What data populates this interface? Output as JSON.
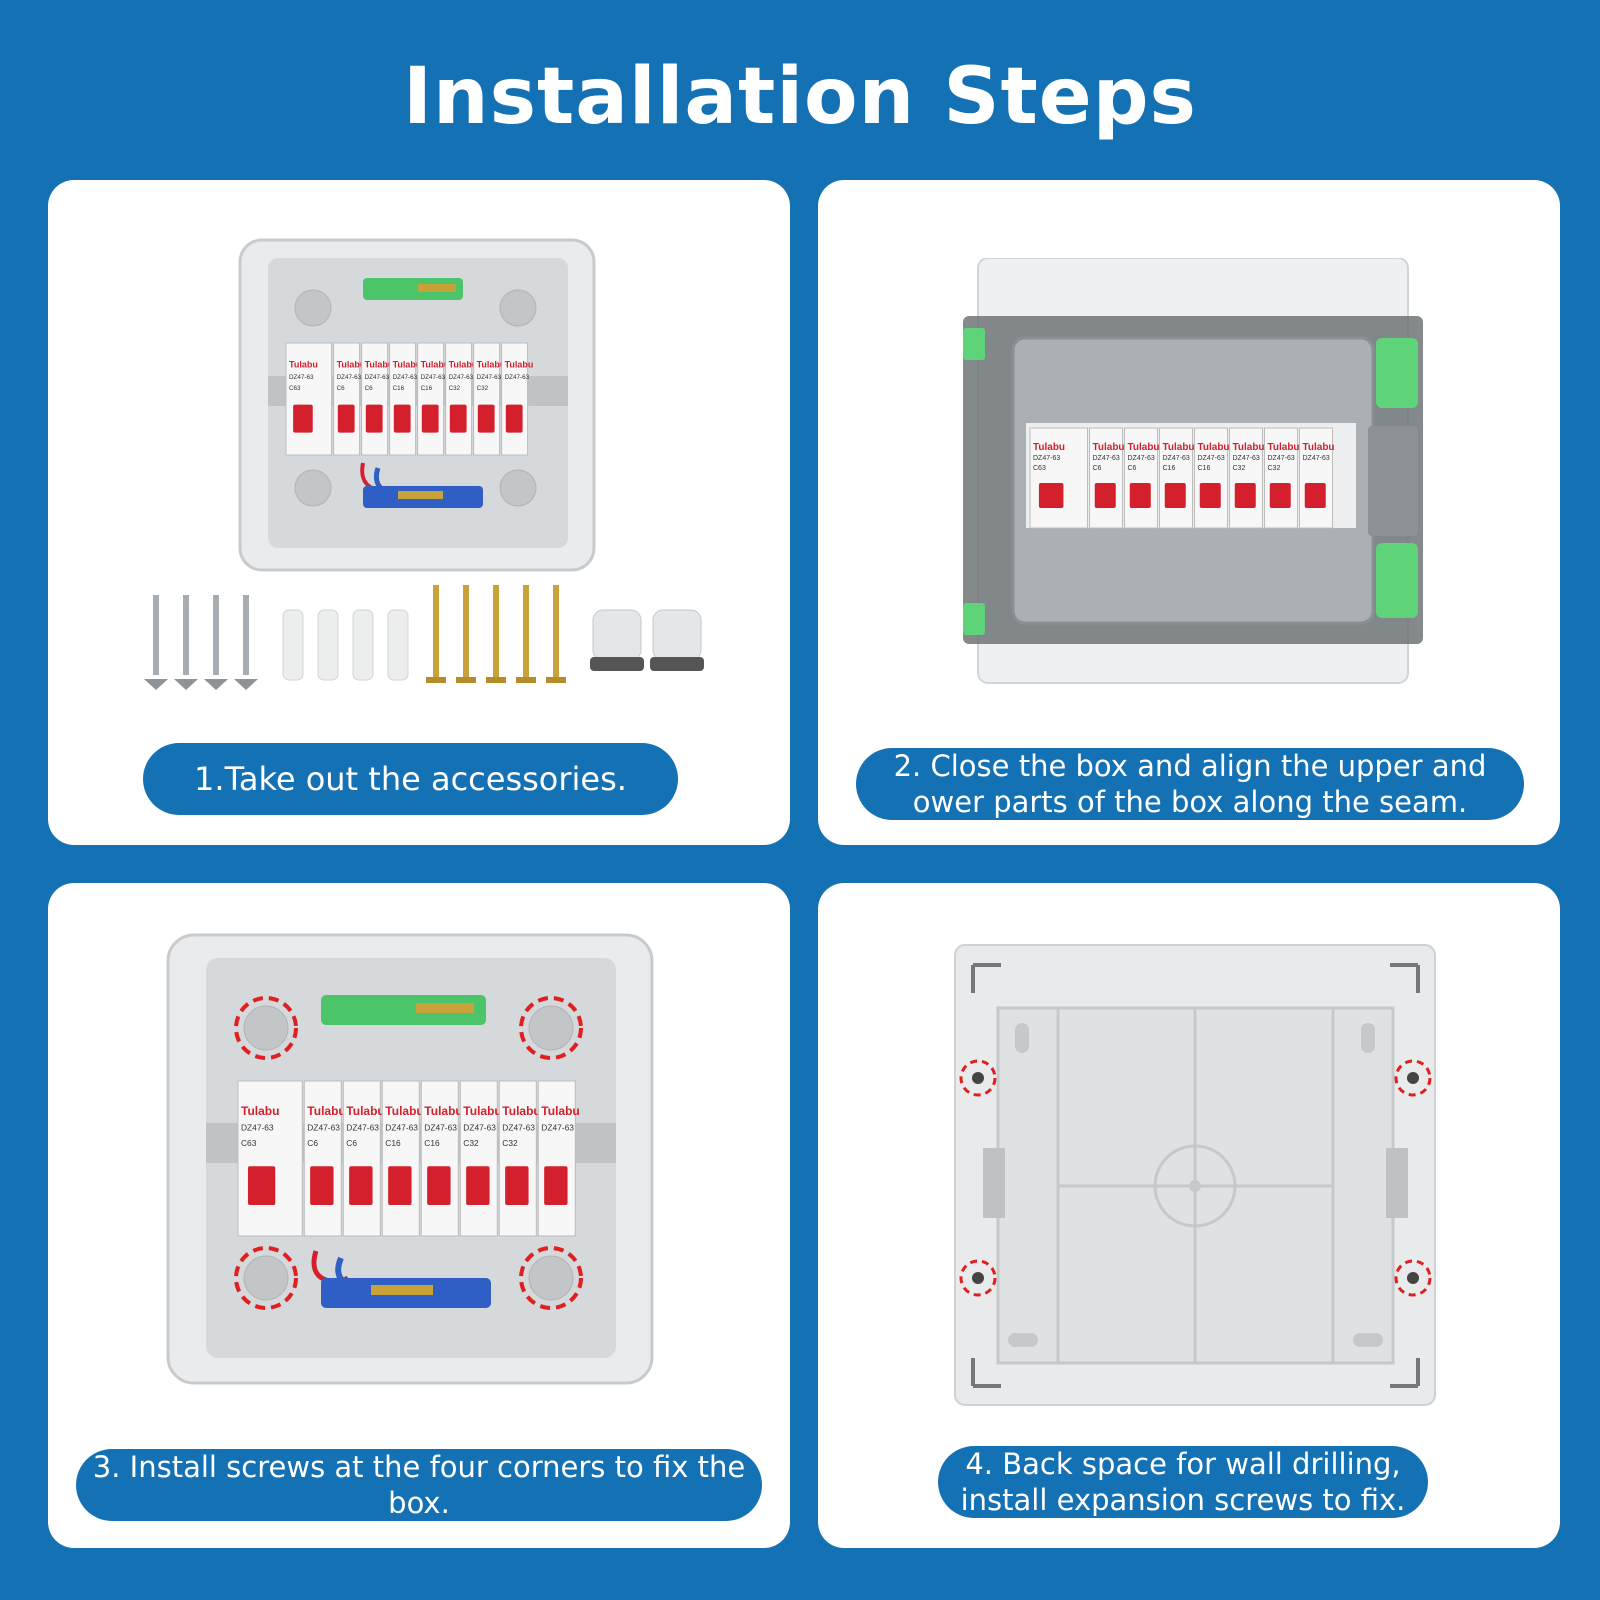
{
  "header": {
    "title": "Installation Steps"
  },
  "steps": [
    {
      "caption": "1.Take out the accessories."
    },
    {
      "caption_line1": "2. Close the box and align the upper and",
      "caption_line2": "ower parts of the box along the seam."
    },
    {
      "caption": "3. Install screws at the four corners to fix the box."
    },
    {
      "caption_line1": "4. Back space for wall drilling,",
      "caption_line2": "install expansion screws to fix."
    }
  ],
  "breaker_labels": {
    "brand": "Tulabu",
    "model": "DZ47-63",
    "ratings": [
      "C63",
      "C6",
      "C6",
      "C16",
      "C16",
      "C32",
      "C32"
    ]
  },
  "colors": {
    "background": "#1471b3",
    "panel": "#ffffff",
    "breaker_handle": "#d4202c",
    "terminal_green": "#4cc46a",
    "terminal_blue": "#2f5fc4",
    "mark_red": "#e02020"
  },
  "icons": [
    "self-tapping-screw-icon",
    "wall-plug-icon",
    "brass-screw-icon",
    "cable-gland-icon",
    "red-circle-marker-icon"
  ]
}
